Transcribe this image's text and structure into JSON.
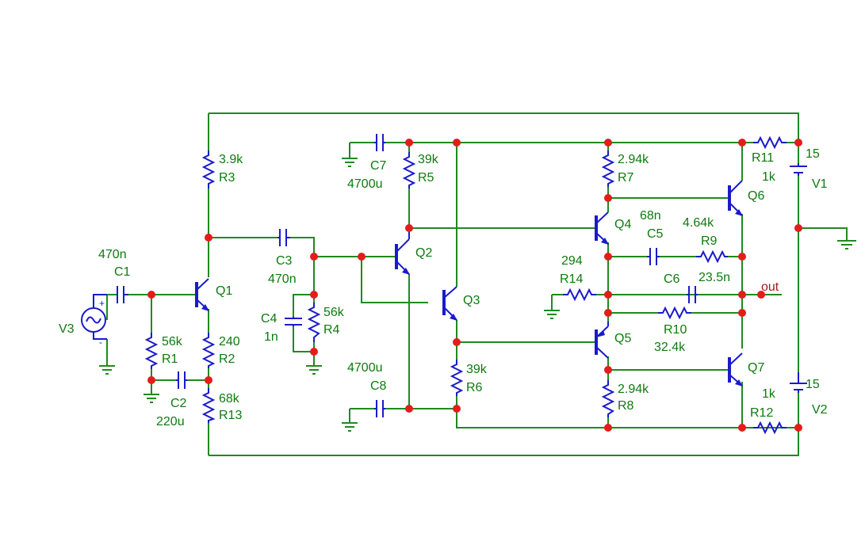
{
  "components": {
    "C1": {
      "name": "C1",
      "value": "470n"
    },
    "C2": {
      "name": "C2",
      "value": "220u"
    },
    "C3": {
      "name": "C3",
      "value": "470n"
    },
    "C4": {
      "name": "C4",
      "value": "1n"
    },
    "C5": {
      "name": "C5",
      "value": "68n"
    },
    "C6": {
      "name": "C6",
      "value": "23.5n"
    },
    "C7": {
      "name": "C7",
      "value": "4700u"
    },
    "C8": {
      "name": "C8",
      "value": "4700u"
    },
    "R1": {
      "name": "R1",
      "value": "56k"
    },
    "R2": {
      "name": "R2",
      "value": "240"
    },
    "R3": {
      "name": "R3",
      "value": "3.9k"
    },
    "R4": {
      "name": "R4",
      "value": "56k"
    },
    "R5": {
      "name": "R5",
      "value": "39k"
    },
    "R6": {
      "name": "R6",
      "value": "39k"
    },
    "R7": {
      "name": "R7",
      "value": "2.94k"
    },
    "R8": {
      "name": "R8",
      "value": "2.94k"
    },
    "R9": {
      "name": "R9",
      "value": "4.64k"
    },
    "R10": {
      "name": "R10",
      "value": "32.4k"
    },
    "R11": {
      "name": "R11",
      "value": "1k"
    },
    "R12": {
      "name": "R12",
      "value": "1k"
    },
    "R13": {
      "name": "R13",
      "value": "68k"
    },
    "R14": {
      "name": "R14",
      "value": "294"
    },
    "Q1": {
      "name": "Q1"
    },
    "Q2": {
      "name": "Q2"
    },
    "Q3": {
      "name": "Q3"
    },
    "Q4": {
      "name": "Q4"
    },
    "Q5": {
      "name": "Q5"
    },
    "Q6": {
      "name": "Q6"
    },
    "Q7": {
      "name": "Q7"
    },
    "V1": {
      "name": "V1",
      "value": "15"
    },
    "V2": {
      "name": "V2",
      "value": "15"
    },
    "V3": {
      "name": "V3"
    }
  },
  "net_labels": {
    "out": "out"
  },
  "source_polarity": {
    "plus": "+",
    "minus": "-"
  },
  "colors": {
    "wire": "#1f8a1f",
    "component": "#1a1acc",
    "junction": "#e51c1c",
    "label": "#0f7a0f",
    "net_label": "#9c1b1b",
    "background": "#ffffff"
  }
}
